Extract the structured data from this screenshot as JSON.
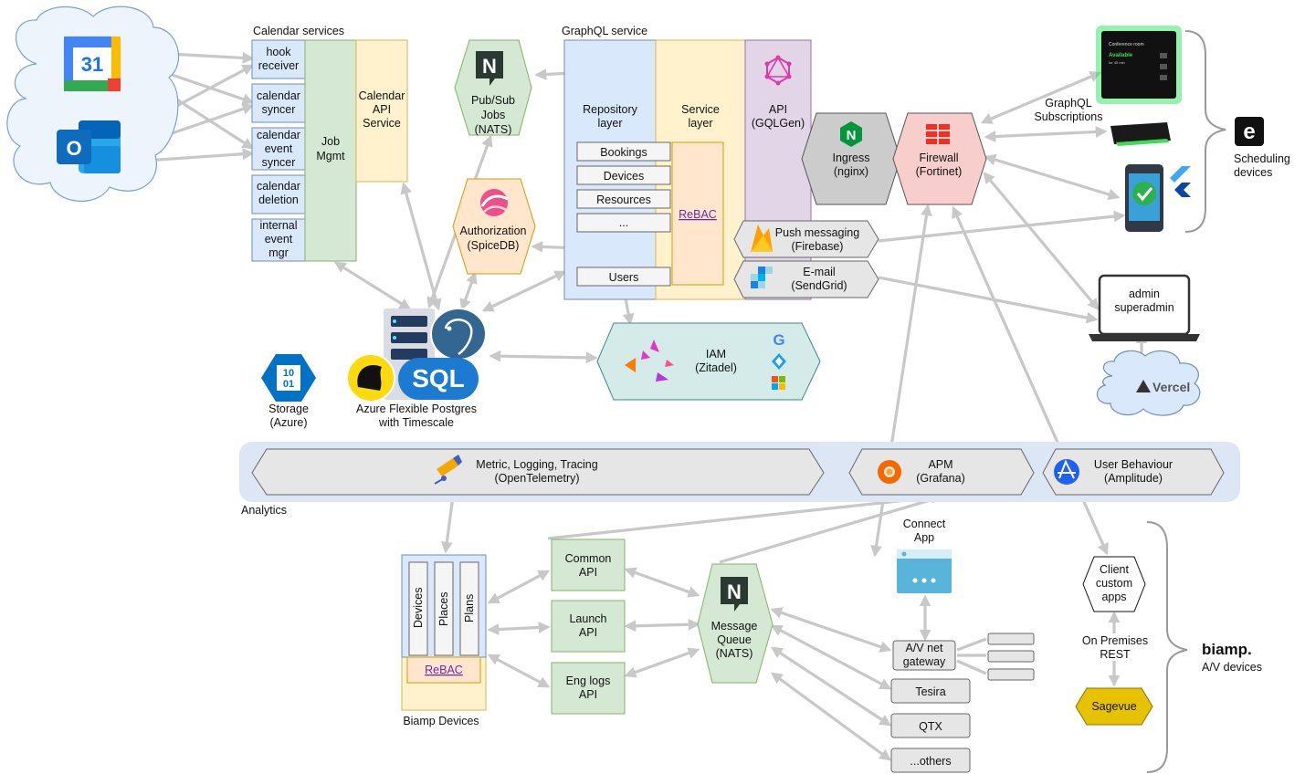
{
  "colors": {
    "arrow": "#c8c8c8",
    "blue_fill": "#dae8fc",
    "blue_stroke": "#6c8ebf",
    "green_fill": "#d5e8d4",
    "green_stroke": "#82b366",
    "yellow_fill": "#fff2cc",
    "yellow_stroke": "#d6b656",
    "purple_fill": "#e1d5e7",
    "purple_stroke": "#9673a6",
    "orange_fill": "#ffe6cc",
    "orange_stroke": "#d79b00",
    "red_fill": "#f8cecc",
    "red_stroke": "#b85450",
    "gray_fill": "#e6e6e6",
    "gray_stroke": "#666666",
    "teal_fill": "#d4ebea",
    "teal_stroke": "#3a8a88",
    "analytics_band": "#dde6f5",
    "sagevue_fill": "#e6c200"
  },
  "calendar": {
    "title": "Calendar services",
    "hook": [
      "hook",
      "receiver"
    ],
    "syncer": [
      "calendar",
      "syncer"
    ],
    "event_syncer": [
      "calendar",
      "event",
      "syncer"
    ],
    "deletion": [
      "calendar",
      "deletion"
    ],
    "internal": [
      "internal",
      "event",
      "mgr"
    ],
    "jobmgmt": [
      "Job",
      "Mgmt"
    ],
    "api": [
      "Calendar",
      "API",
      "Service"
    ]
  },
  "pubsub": [
    "Pub/Sub",
    "Jobs",
    "(NATS)"
  ],
  "authz": [
    "Authorization",
    "(SpiceDB)"
  ],
  "graphql": {
    "title": "GraphQL service",
    "repo": [
      "Repository",
      "layer"
    ],
    "service": [
      "Service",
      "layer"
    ],
    "api": [
      "API",
      "(GQLGen)"
    ],
    "items": [
      "Bookings",
      "Devices",
      "Resources",
      "...",
      "Users"
    ],
    "rebac": "ReBAC"
  },
  "ingress": [
    "Ingress",
    "(nginx)"
  ],
  "firewall": [
    "Firewall",
    "(Fortinet)"
  ],
  "push": [
    "Push messaging",
    "(Firebase)"
  ],
  "email": [
    "E-mail",
    "(SendGrid)"
  ],
  "iam": [
    "IAM",
    "(Zitadel)"
  ],
  "storage": [
    "Storage",
    "(Azure)"
  ],
  "storage_icon": "10\n01",
  "postgres": [
    "Azure Flexible Postgres",
    "with Timescale"
  ],
  "sql_icon": "SQL",
  "graphql_subs": [
    "GraphQL",
    "Subscriptions"
  ],
  "scheduling": [
    "Scheduling",
    "devices"
  ],
  "admin": [
    "admin",
    "superadmin"
  ],
  "vercel": "Vercel",
  "analytics": {
    "label": "Analytics",
    "otel": [
      "Metric, Logging, Tracing",
      "(OpenTelemetry)"
    ],
    "apm": [
      "APM",
      "(Grafana)"
    ],
    "amplitude": [
      "User Behaviour",
      "(Amplitude)"
    ]
  },
  "biamp_devices": {
    "title": "Biamp Devices",
    "cols": [
      "Devices",
      "Places",
      "Plans"
    ],
    "rebac": "ReBAC"
  },
  "common_api": [
    "Common",
    "API"
  ],
  "launch_api": [
    "Launch",
    "API"
  ],
  "englogs_api": [
    "Eng logs",
    "API"
  ],
  "mq": [
    "Message",
    "Queue",
    "(NATS)"
  ],
  "connect_app": [
    "Connect",
    "App"
  ],
  "av_gateway": [
    "A/V net",
    "gateway"
  ],
  "tesira": "Tesira",
  "qtx": "QTX",
  "others": "...others",
  "client_apps": [
    "Client",
    "custom",
    "apps"
  ],
  "onprem": [
    "On Premises",
    "REST"
  ],
  "sagevue": "Sagevue",
  "biamp_brand": "biamp.",
  "av_devices": "A/V devices",
  "tablet_text": [
    "Conference room",
    "Available",
    "for 45 min"
  ],
  "icon_letters": {
    "google_calendar": "31",
    "outlook": "O",
    "nats": "N",
    "nginx": "N",
    "scheduling_e": "e",
    "google": "G"
  }
}
